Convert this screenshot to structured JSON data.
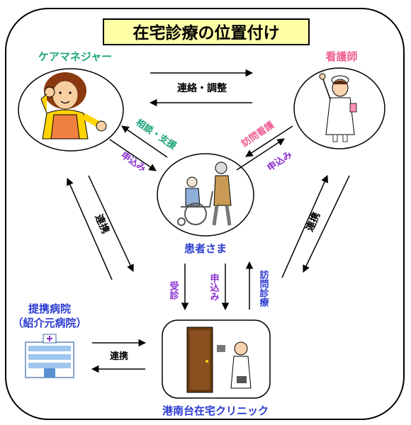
{
  "title": "在宅診療の位置付け",
  "nodes": {
    "care_manager": "ケアマネジャー",
    "nurse": "看護師",
    "patient": "患者さま",
    "hospital_line1": "提携病院",
    "hospital_line2": "（紹介元病院）",
    "clinic": "港南台在宅クリニック"
  },
  "edges": {
    "top": "連絡・調整",
    "left_consult": "相談・支援",
    "left_apply": "申込み",
    "right_visit_nursing": "訪問看護",
    "right_apply": "申込み",
    "left_link": "連携",
    "right_link": "連携",
    "bottom_link": "連携",
    "consult": "受診",
    "apply": "申込み",
    "home_visit": "訪問診療"
  },
  "colors": {
    "care_manager": "#1aa37a",
    "nurse": "#ee5f94",
    "patient": "#2a3ad0",
    "purple": "#8a2fd0",
    "title_bg": "#ffffa8"
  },
  "icons": [
    "care-manager-illustration",
    "nurse-illustration",
    "patient-wheelchair-illustration",
    "hospital-building-illustration",
    "clinic-doctor-illustration"
  ]
}
